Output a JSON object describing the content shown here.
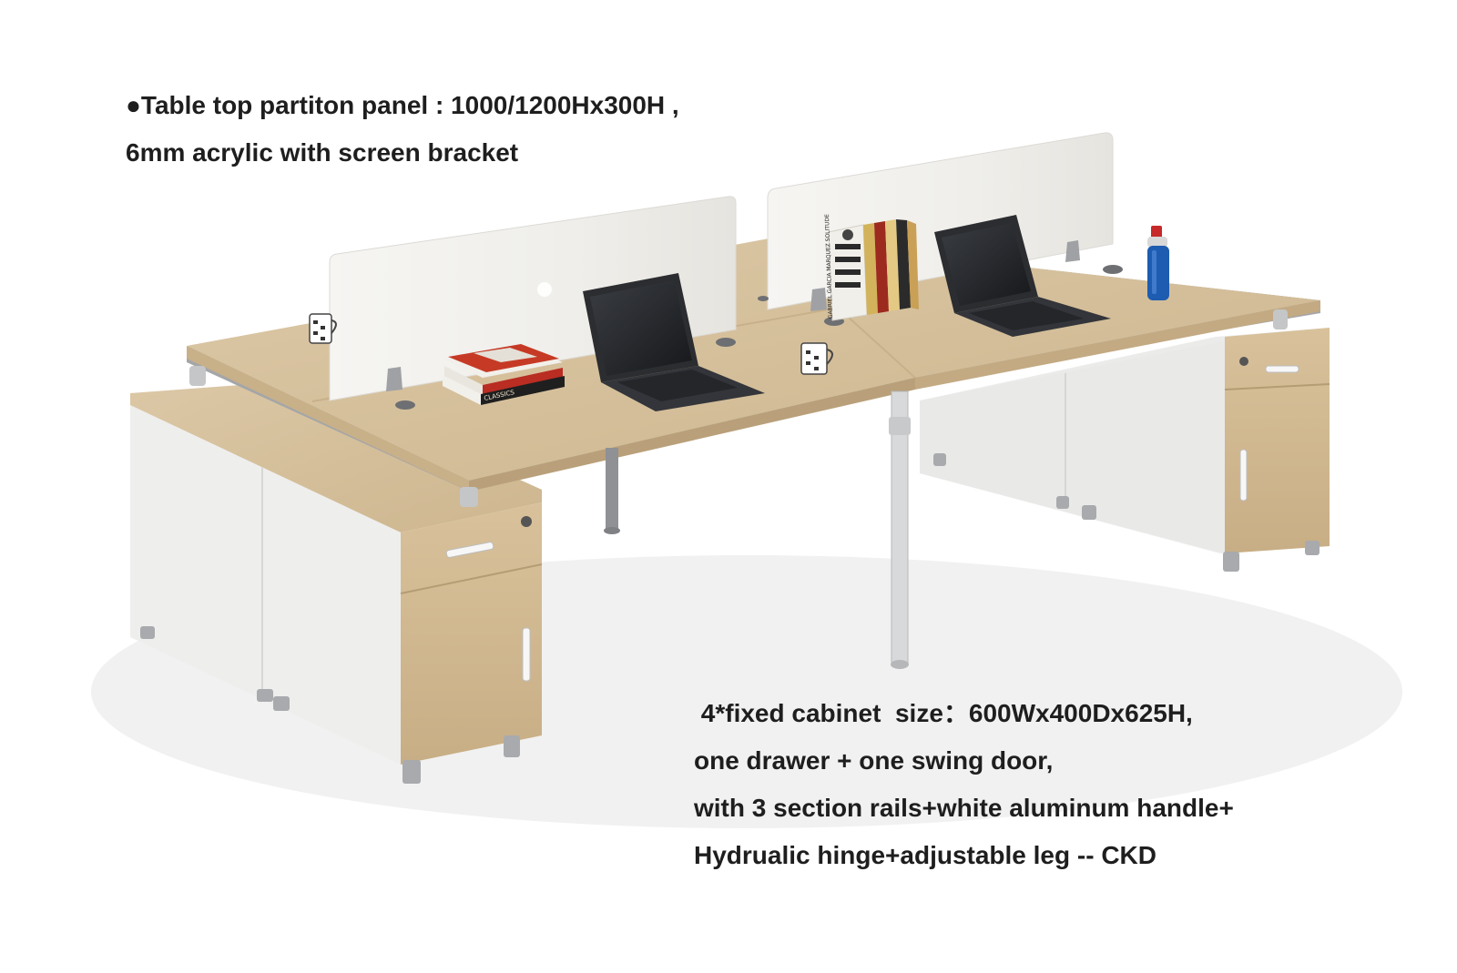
{
  "top_caption": {
    "line_1": "●Table top partiton panel : 1000/1200Hx300H ,",
    "line_2": "6mm acrylic with screen bracket"
  },
  "bottom_caption": {
    "line_1": " 4*fixed cabinet  size：600Wx400Dx625H,",
    "line_2": "one drawer + one swing door,",
    "line_3": "with 3 section rails+white aluminum handle+",
    "line_4": "Hydrualic hinge+adjustable leg -- CKD"
  },
  "colors": {
    "wood": "#d9c5a3",
    "wood_dark": "#c9b28b",
    "cabinet_white": "#f1f1f0",
    "frame_gray": "#9a9c9e",
    "panel": "#f4f3f0",
    "laptop": "#2b2d30",
    "bottle_blue": "#1d5cb0"
  },
  "book_spines": {
    "left_stack": "CLASSICS",
    "right_shelf": "GABRIEL GARCIA MARQUEZ SOLITUDE"
  }
}
